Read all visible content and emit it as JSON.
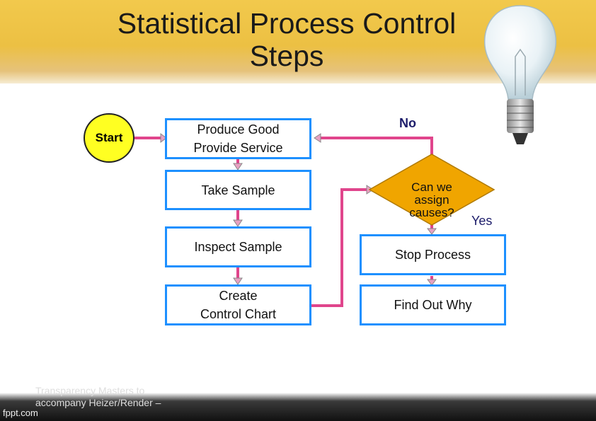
{
  "header": {
    "title_line1": "Statistical Process Control",
    "title_line2": "Steps",
    "image": "light-bulb"
  },
  "flow": {
    "start": "Start",
    "produce_line1": "Produce Good",
    "produce_line2": "Provide Service",
    "take_sample": "Take Sample",
    "inspect_sample": "Inspect Sample",
    "create_line1": "Create",
    "create_line2": "Control Chart",
    "decision_line1": "Can we",
    "decision_line2": "assign",
    "decision_line3": "causes?",
    "no_label": "No",
    "yes_label": "Yes",
    "stop_process": "Stop Process",
    "find_out_why": "Find Out Why"
  },
  "colors": {
    "box_border": "#1d90ff",
    "connector": "#e0458c",
    "start_fill": "#ffff22",
    "decision_fill": "#f0a500",
    "header": "#f2c94c"
  },
  "footer": {
    "logo": "fppt.com",
    "text": "Transparency Masters to accompany Heizer/Render –"
  }
}
